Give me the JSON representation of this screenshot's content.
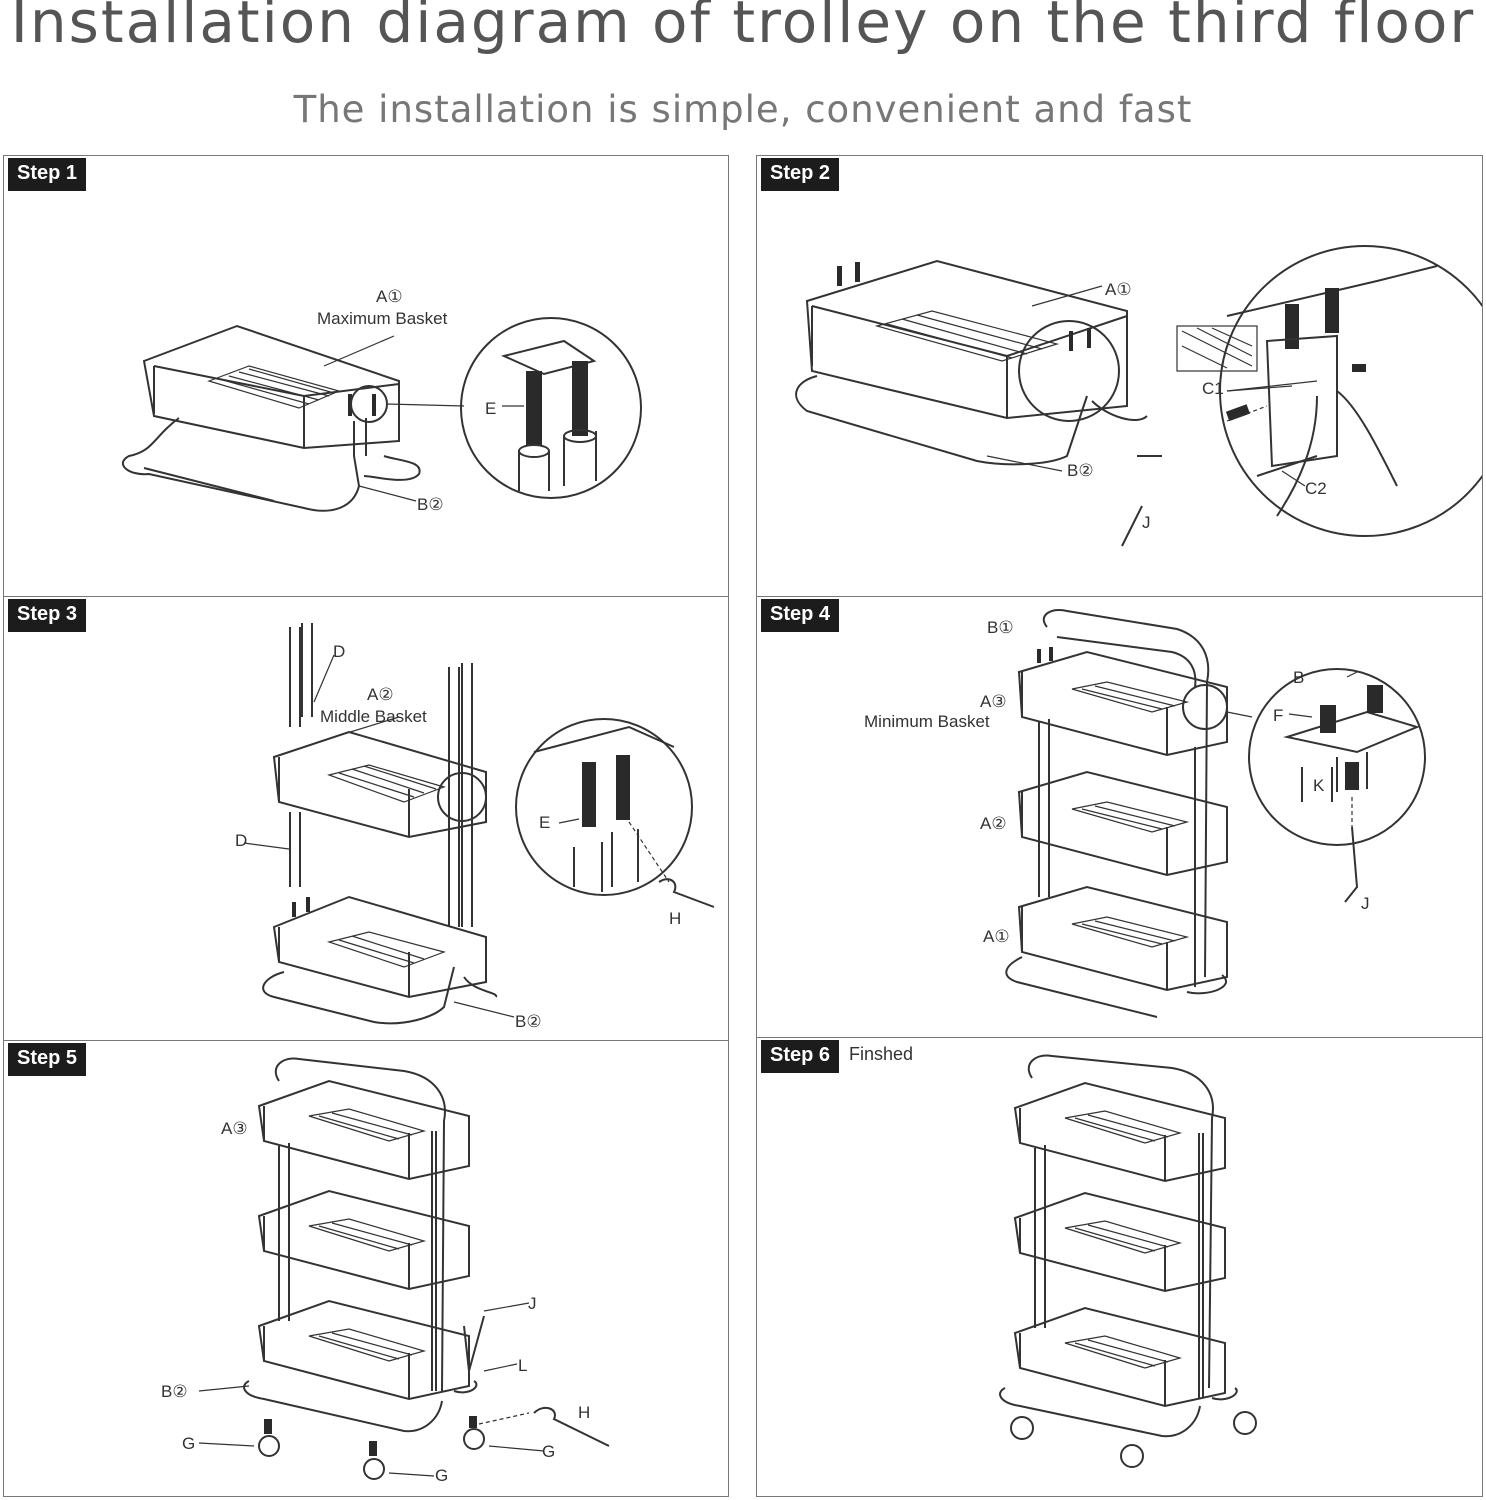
{
  "header": {
    "title": "Installation diagram of trolley on the third floor",
    "subtitle": "The installation is simple, convenient and fast"
  },
  "steps": [
    {
      "badge": "Step 1",
      "labels": {
        "a1": "A①",
        "basket": "Maximum Basket",
        "e": "E",
        "b2": "B②"
      }
    },
    {
      "badge": "Step 2",
      "labels": {
        "a1": "A①",
        "c1": "C1",
        "c2": "C2",
        "b2": "B②",
        "j": "J"
      }
    },
    {
      "badge": "Step 3",
      "labels": {
        "d_top": "D",
        "a2": "A②",
        "basket": "Middle Basket",
        "d_left": "D",
        "e": "E",
        "h": "H",
        "b2": "B②"
      }
    },
    {
      "badge": "Step 4",
      "labels": {
        "b1": "B①",
        "a3": "A③",
        "basket": "Minimum Basket",
        "a2": "A②",
        "a1": "A①",
        "b": "B",
        "f": "F",
        "k": "K",
        "j": "J"
      }
    },
    {
      "badge": "Step 5",
      "labels": {
        "a3": "A③",
        "j": "J",
        "l": "L",
        "b2": "B②",
        "h": "H",
        "g1": "G",
        "g2": "G",
        "g3": "G"
      }
    },
    {
      "badge": "Step 6",
      "note": "Finshed"
    }
  ],
  "colors": {
    "line": "#333333",
    "badge_bg": "#1c1c1c",
    "title": "#555555"
  }
}
